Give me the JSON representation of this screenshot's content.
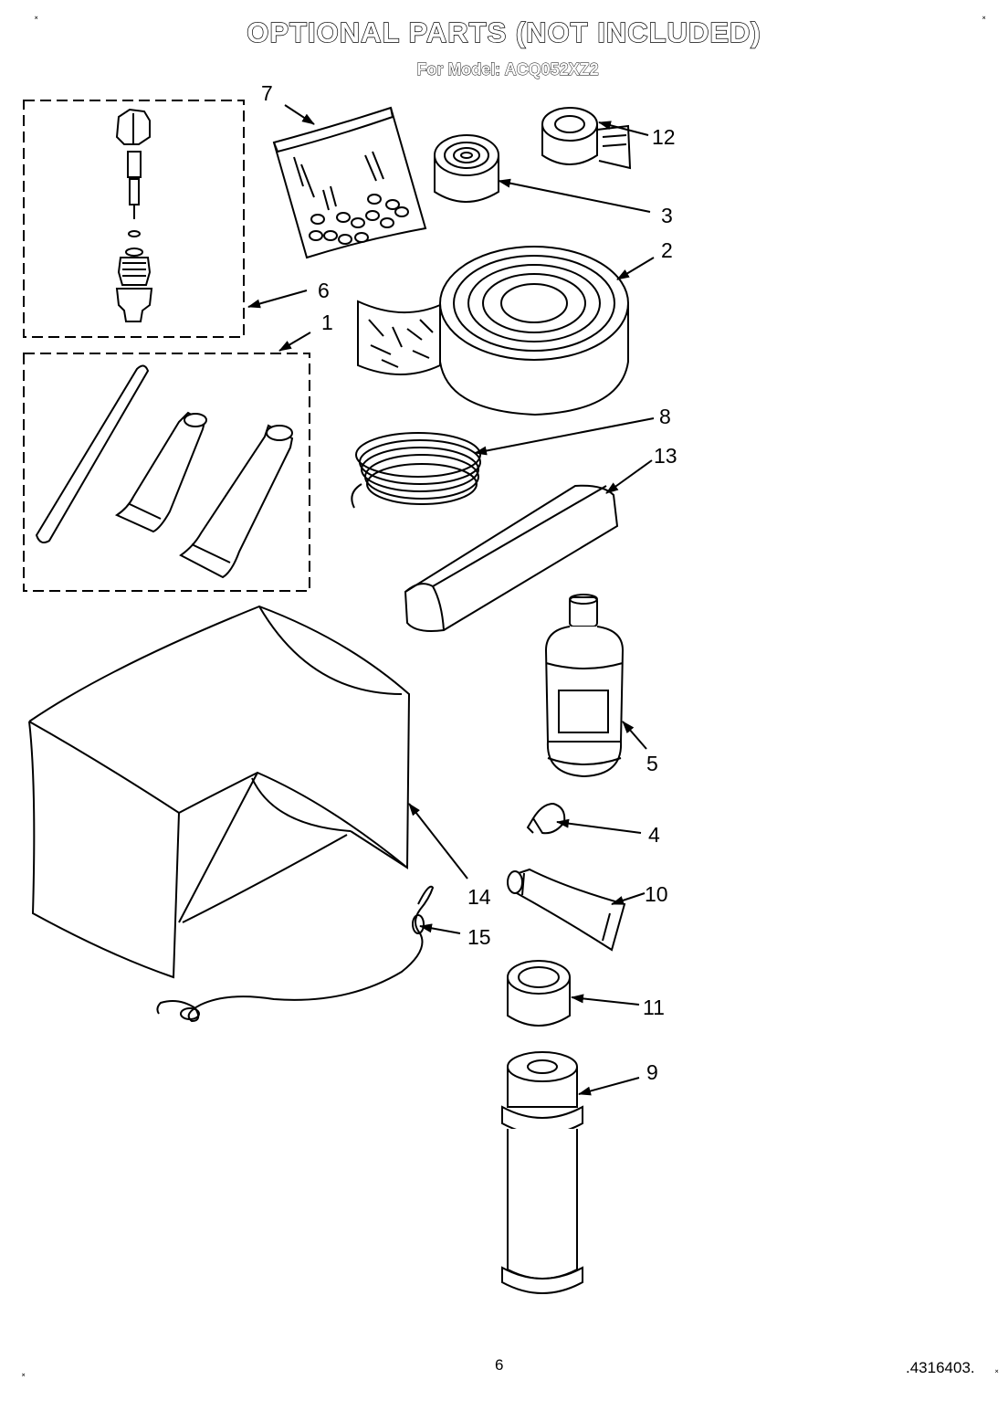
{
  "title": "OPTIONAL PARTS (NOT INCLUDED)",
  "subtitle": "For Model: ACQ052XZ2",
  "footer": {
    "page_number": "6",
    "doc_code": ".4316403."
  },
  "corner_marks": [
    "˟",
    "˟",
    "˟",
    "˟"
  ],
  "callouts": [
    "1",
    "2",
    "3",
    "4",
    "5",
    "6",
    "7",
    "8",
    "9",
    "10",
    "11",
    "12",
    "13",
    "14",
    "15"
  ]
}
